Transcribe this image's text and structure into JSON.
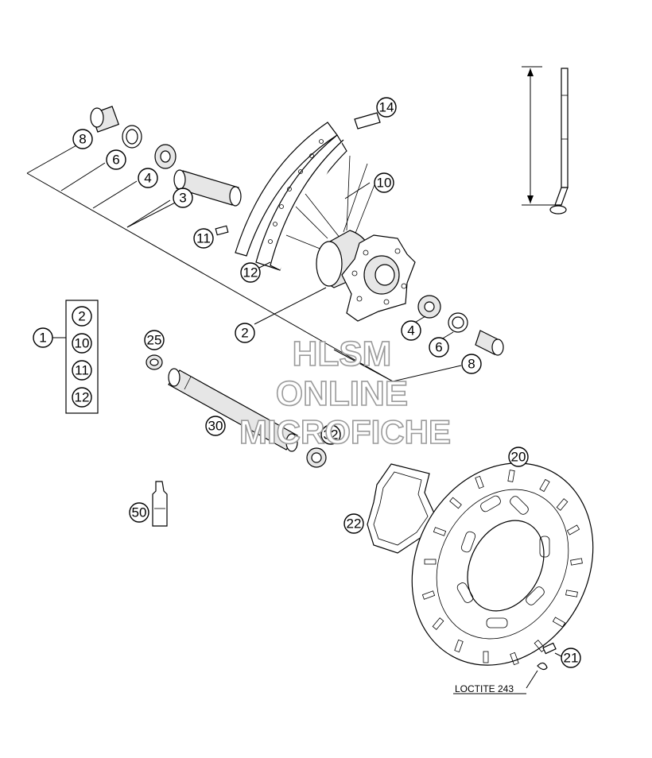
{
  "watermark": {
    "line1": "HLSM",
    "line2": "ONLINE",
    "line3": "MICROFICHE"
  },
  "note": {
    "loctite": "LOCTITE 243"
  },
  "callouts": {
    "c1": "1",
    "set": [
      "2",
      "10",
      "11",
      "12"
    ],
    "c2": "2",
    "c3": "3",
    "c4a": "4",
    "c4b": "4",
    "c6a": "6",
    "c6b": "6",
    "c8a": "8",
    "c8b": "8",
    "c10": "10",
    "c11": "11",
    "c12": "12",
    "c14": "14",
    "c20": "20",
    "c21": "21",
    "c22": "22",
    "c25": "25",
    "c30": "30",
    "c32": "32",
    "c50": "50"
  },
  "colors": {
    "line": "#000000",
    "watermark_outline": "#9a9a9a",
    "part_shade": "#e6e6e6"
  }
}
